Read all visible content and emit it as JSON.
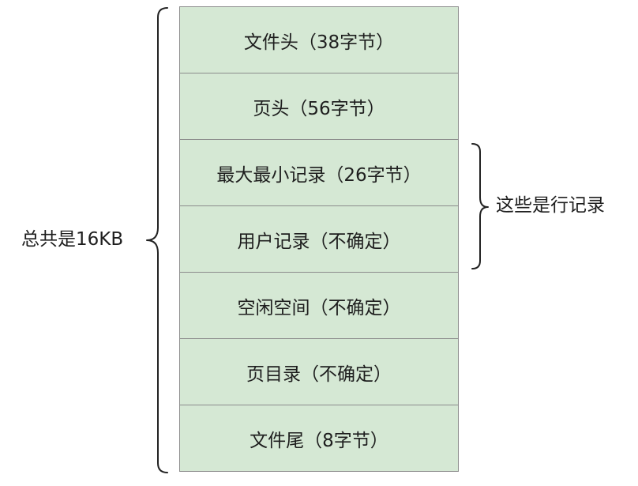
{
  "segments": [
    {
      "label": "文件头（38字节）"
    },
    {
      "label": "页头（56字节）"
    },
    {
      "label": "最大最小记录（26字节）"
    },
    {
      "label": "用户记录（不确定）"
    },
    {
      "label": "空闲空间（不确定）"
    },
    {
      "label": "页目录（不确定）"
    },
    {
      "label": "文件尾（8字节）"
    }
  ],
  "left_brace_label": "总共是16KB",
  "right_brace_label": "这些是行记录",
  "colors": {
    "segment_fill": "#d5e8d4",
    "segment_border": "#8c8c8c",
    "text": "#1e1e1e",
    "brace": "#222222"
  }
}
